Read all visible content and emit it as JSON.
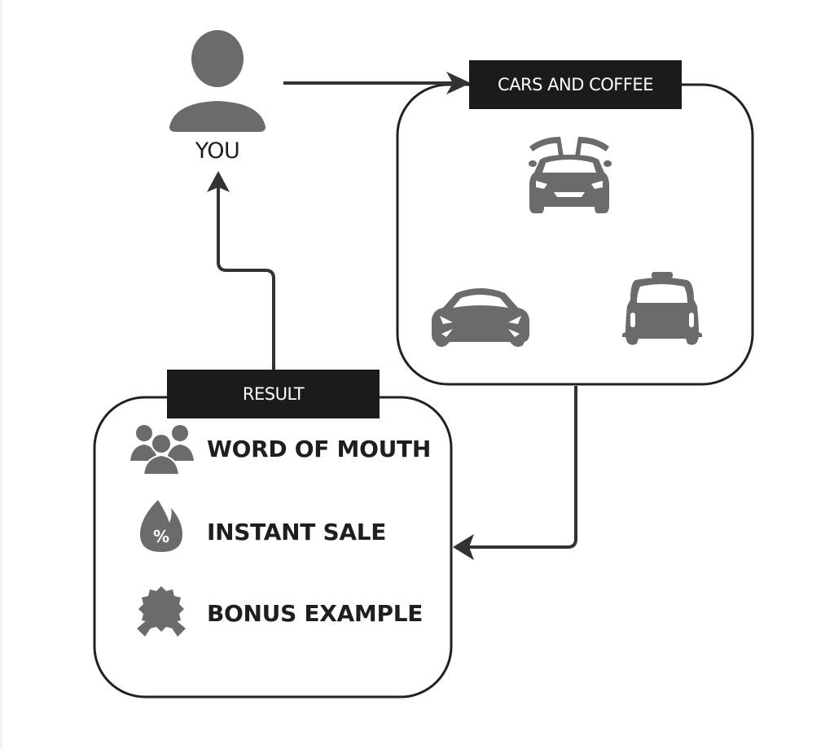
{
  "diagram": {
    "you": {
      "label": "YOU",
      "icon": "person-icon"
    },
    "cars_box": {
      "title": "CARS AND COFFEE",
      "icons": [
        "gullwing-car-icon",
        "sports-car-icon",
        "taxi-icon"
      ]
    },
    "result_box": {
      "title": "RESULT",
      "items": [
        {
          "label": "WORD OF MOUTH",
          "icon": "people-group-icon"
        },
        {
          "label": "INSTANT SALE",
          "icon": "hot-sale-percent-icon"
        },
        {
          "label": "BONUS EXAMPLE",
          "icon": "award-badge-icon"
        }
      ]
    },
    "connections": [
      {
        "from": "you",
        "to": "cars_box"
      },
      {
        "from": "cars_box",
        "to": "result_box"
      },
      {
        "from": "result_box",
        "to": "you"
      }
    ],
    "colors": {
      "stroke": "#222222",
      "icon": "#6b6b6b",
      "label_bg": "#1b1b1b",
      "label_text": "#ffffff"
    }
  }
}
